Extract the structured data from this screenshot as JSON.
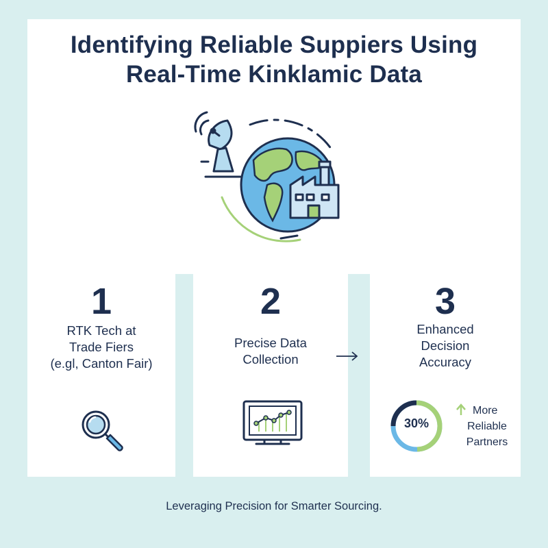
{
  "title": "Identifying Reliable Suppiers Using\nReal-Time Kinklamic Data",
  "hero": {
    "icons": [
      "satellite-dish-icon",
      "globe-icon",
      "factory-icon"
    ]
  },
  "steps": [
    {
      "number": "1",
      "label": "RTK Tech at\nTrade Fiers\n(e.gl, Canton Fair)",
      "icon": "magnifying-glass-icon"
    },
    {
      "number": "2",
      "label": "Precise Data\nCollection",
      "icon": "monitor-chart-icon"
    },
    {
      "number": "3",
      "label": "Enhanced\nDecision\nAccuracy",
      "icon": "donut-chart-icon"
    }
  ],
  "stat": {
    "value": "30%",
    "fraction": 0.75,
    "more": "More",
    "partners": "Reliable\nPartners"
  },
  "footer": "Leveraging Precision for Smarter Sourcing.",
  "colors": {
    "navy": "#1e2f4f",
    "blue": "#6bb8e6",
    "green": "#a5d178",
    "background": "#d9efef"
  }
}
